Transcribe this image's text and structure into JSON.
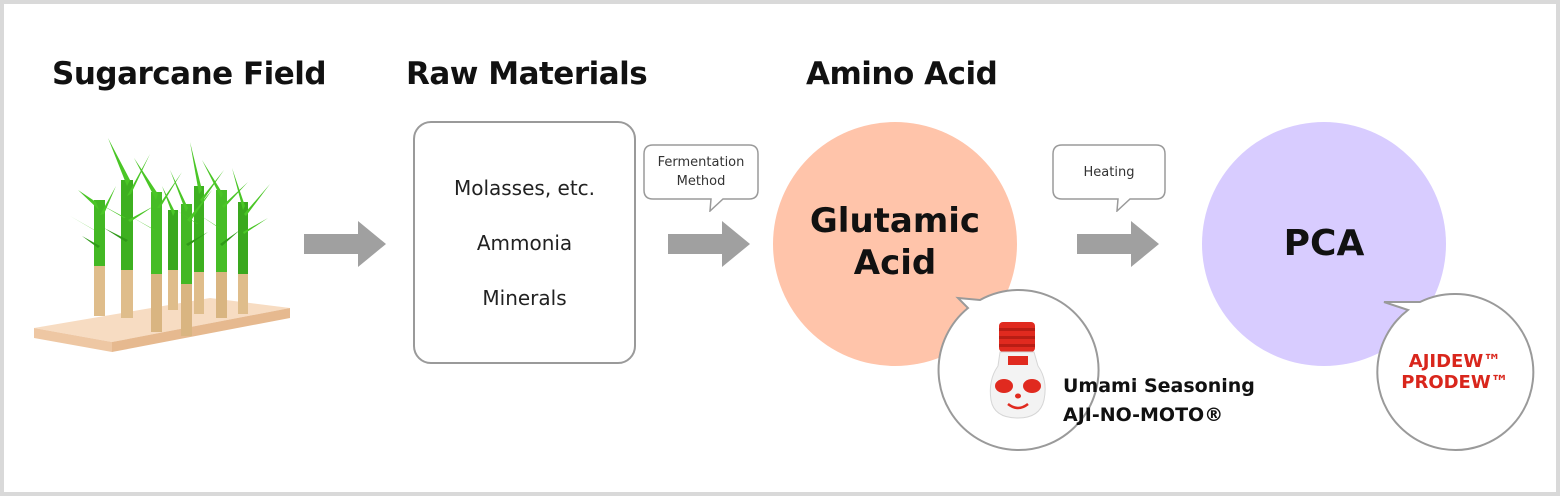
{
  "stages": {
    "field_title": "Sugarcane Field",
    "raw_title": "Raw Materials",
    "amino_title": "Amino Acid"
  },
  "raw_materials": {
    "items": [
      "Molasses, etc.",
      "Ammonia",
      "Minerals"
    ]
  },
  "processes": {
    "fermentation_line1": "Fermentation",
    "fermentation_line2": "Method",
    "heating": "Heating"
  },
  "glutamic": {
    "line1": "Glutamic",
    "line2": "Acid"
  },
  "pca": {
    "label": "PCA"
  },
  "products": {
    "seasoning_line1": "Umami Seasoning",
    "seasoning_line2": "AJI-NO-MOTO®",
    "brand_line1": "AJIDEW™",
    "brand_line2": "PRODEW™"
  },
  "colors": {
    "arrow": "#a0a0a0",
    "glutamic_circle": "#ffc4aa",
    "pca_circle": "#d8ccff",
    "brand_red": "#d9261c",
    "sugarcane_leaf": "#3fc01e",
    "sugarcane_stalk": "#dcb987",
    "ground": "#f6d5b8"
  },
  "icons": [
    "sugarcane-icon",
    "seasoning-shaker-icon"
  ]
}
